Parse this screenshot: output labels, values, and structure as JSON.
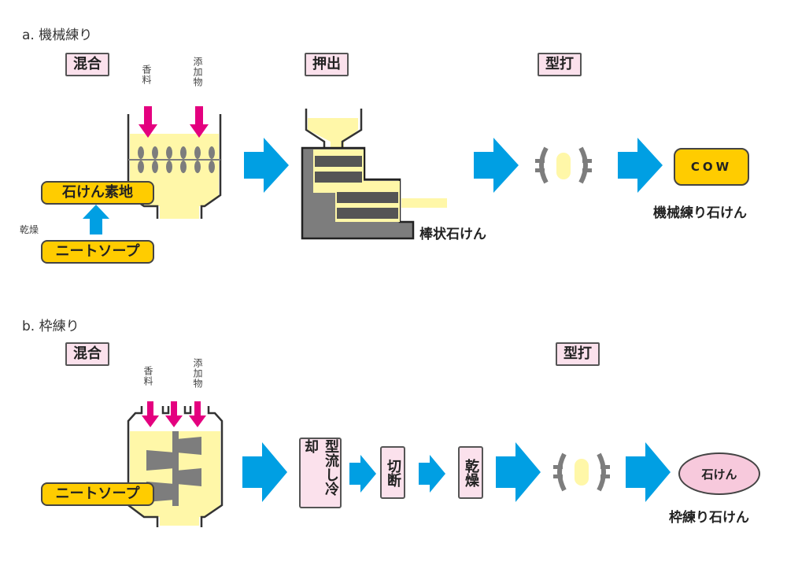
{
  "section_a": {
    "title": "a. 機械練り",
    "stages": {
      "mix": "混合",
      "extrude": "押出",
      "stamp": "型打"
    },
    "inputs": {
      "fragrance": "香料",
      "additive": "添加物"
    },
    "base_material": "石けん素地",
    "drying": "乾燥",
    "neat_soap": "ニートソープ",
    "bar_soap": "棒状石けん",
    "product_mark": "COW",
    "product_name": "機械練り石けん"
  },
  "section_b": {
    "title": "b. 枠練り",
    "stages": {
      "mix": "混合",
      "stamp": "型打"
    },
    "inputs": {
      "fragrance": "香料",
      "additive": "添加物"
    },
    "neat_soap": "ニートソープ",
    "steps": {
      "pour_cool": "型流し冷却",
      "cut": "切断",
      "dry": "乾燥"
    },
    "product_mark": "石けん",
    "product_name": "枠練り石けん"
  },
  "colors": {
    "flow_arrow": "#009fe3",
    "input_arrow": "#e4007f",
    "soap_fill": "#fff7a8",
    "machine_gray": "#7d7d7d",
    "label_pink": "#fbe1ec",
    "pill_yellow": "#ffcc00"
  }
}
